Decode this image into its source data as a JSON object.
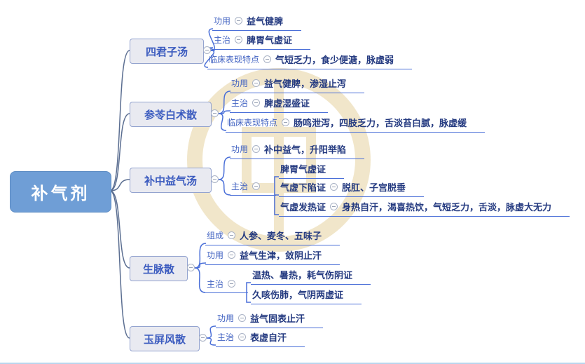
{
  "root": {
    "label": "补气剂"
  },
  "icons": {
    "collapse": "minus-circle-icon"
  },
  "colors": {
    "root_fill": "#6f9ed6",
    "branch_fill": "#e9eaf1",
    "branch_text": "#3b5bbf",
    "line_blue": "#4a6fd8",
    "value_text": "#243a80",
    "watermark": "#e6d2a0"
  },
  "branches": [
    {
      "label": "四君子汤",
      "rows": [
        {
          "key": "功用",
          "value": "益气健脾"
        },
        {
          "key": "主治",
          "value": "脾胃气虚证"
        },
        {
          "key": "临床表现特点",
          "value": "气短乏力，食少便溏，脉虚弱"
        }
      ]
    },
    {
      "label": "参苓白术散",
      "rows": [
        {
          "key": "功用",
          "value": "益气健脾，渗湿止泻"
        },
        {
          "key": "主治",
          "value": "脾虚湿盛证"
        },
        {
          "key": "临床表现特点",
          "value": "肠鸣泄泻，四肢乏力，舌淡苔白腻，脉虚缓"
        }
      ]
    },
    {
      "label": "补中益气汤",
      "rows": [
        {
          "key": "功用",
          "value": "补中益气，升阳举陷"
        },
        {
          "key": "主治",
          "children": [
            {
              "label": "脾胃气虚证"
            },
            {
              "label": "气虚下陷证",
              "value": "脱肛、子宫脱垂"
            },
            {
              "label": "气虚发热证",
              "value": "身热自汗，渴喜热饮，气短乏力，舌淡，脉虚大无力"
            }
          ]
        }
      ]
    },
    {
      "label": "生脉散",
      "rows": [
        {
          "key": "组成",
          "value": "人参、麦冬、五味子"
        },
        {
          "key": "功用",
          "value": "益气生津，敛阴止汗"
        },
        {
          "key": "主治",
          "children": [
            {
              "label": "温热、暑热，耗气伤阴证"
            },
            {
              "label": "久咳伤肺，气阴两虚证"
            }
          ]
        }
      ]
    },
    {
      "label": "玉屏风散",
      "rows": [
        {
          "key": "功用",
          "value": "益气固表止汗"
        },
        {
          "key": "主治",
          "value": "表虚自汗"
        }
      ]
    }
  ]
}
